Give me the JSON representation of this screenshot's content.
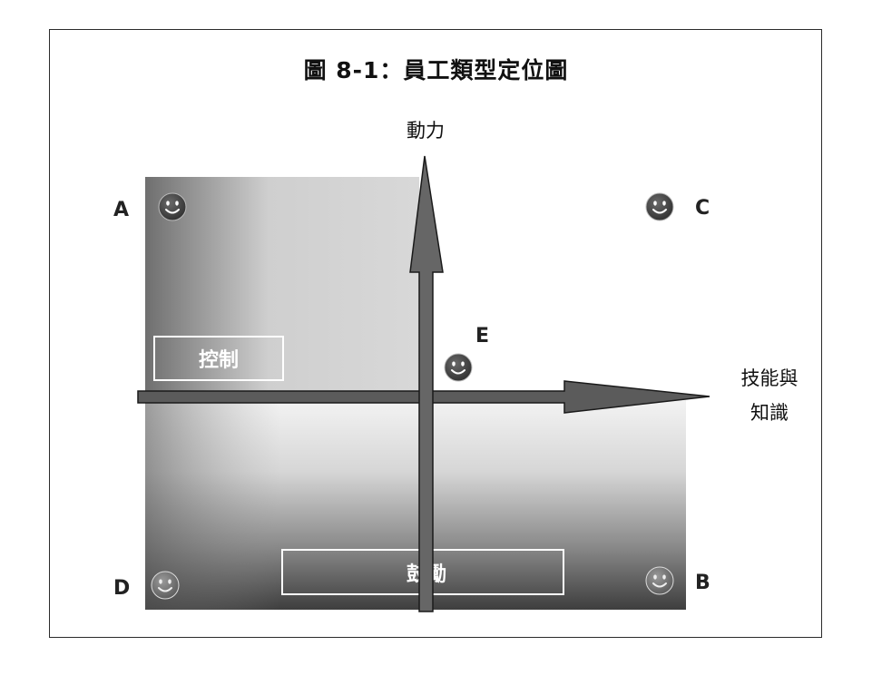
{
  "title": "圖 8-1：員工類型定位圖",
  "y_axis_label": "動力",
  "x_axis_label_line1": "技能與",
  "x_axis_label_line2": "知識",
  "quadrants": {
    "a": "A",
    "b": "B",
    "c": "C",
    "d": "D",
    "e": "E"
  },
  "boxes": {
    "control": "控制",
    "encourage": "鼓勵"
  },
  "icons": [
    "smiley-face-icon"
  ]
}
